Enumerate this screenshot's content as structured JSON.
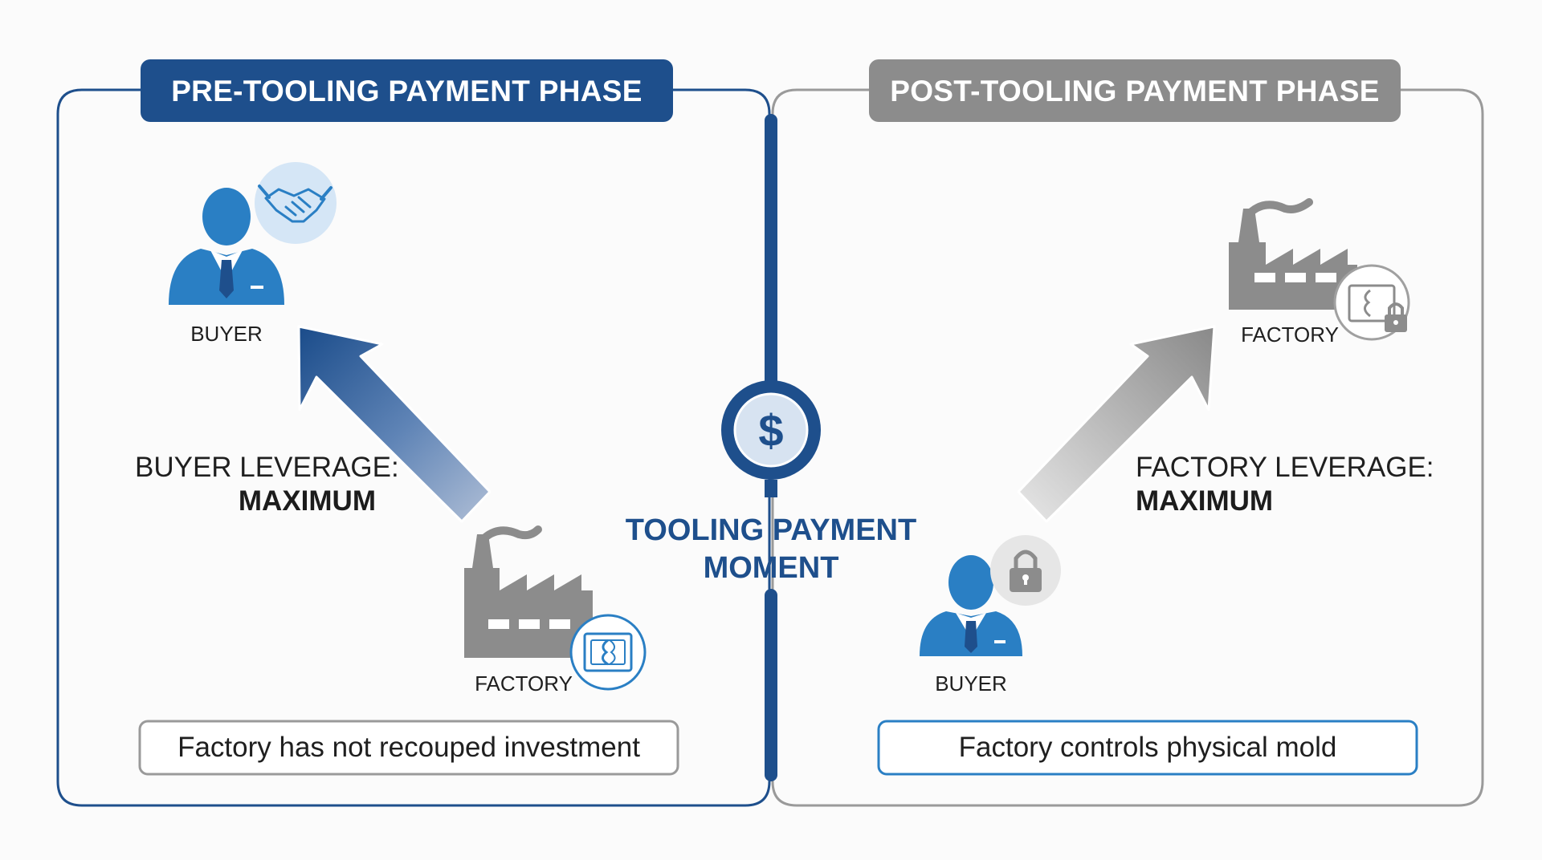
{
  "pre_phase": {
    "title": "PRE-TOOLING PAYMENT PHASE",
    "buyer_label": "BUYER",
    "factory_label": "FACTORY",
    "leverage_line1": "BUYER LEVERAGE:",
    "leverage_line2": "MAXIMUM",
    "statement": "Factory has not recouped investment",
    "buyer_badge_icon": "handshake-icon",
    "factory_badge_icon": "mold-icon"
  },
  "post_phase": {
    "title": "POST-TOOLING PAYMENT PHASE",
    "buyer_label": "BUYER",
    "factory_label": "FACTORY",
    "leverage_line1": "FACTORY LEVERAGE:",
    "leverage_line2": "MAXIMUM",
    "statement": "Factory controls physical mold",
    "buyer_badge_icon": "lock-icon",
    "factory_badge_icon": "locked-mold-icon"
  },
  "divider": {
    "line1": "TOOLING PAYMENT",
    "line2": "MOMENT",
    "icon": "dollar-icon"
  },
  "colors": {
    "primary_blue": "#1e4f8c",
    "person_blue": "#2a7fc4",
    "gray": "#8c8c8c",
    "background": "#fbfbfb"
  }
}
